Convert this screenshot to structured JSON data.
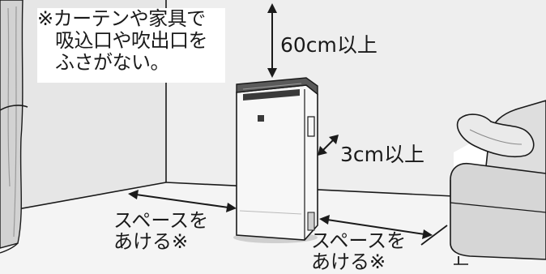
{
  "notice": {
    "lines": [
      "※カーテンや家具で",
      "吸込口や吹出口を",
      "ふさがない。"
    ]
  },
  "clearances": {
    "top": "60cm以上",
    "side": "3cm以上",
    "left": [
      "スペースを",
      "あける※"
    ],
    "right": [
      "スペースを",
      "あける※"
    ]
  },
  "colors": {
    "line": "#1a1a1a",
    "wall_back": "#ececec",
    "wall_side": "#e0e0e0",
    "floor": "#f2f2f2",
    "curtain": "#d4d4d4",
    "sofa": "#dcdcdc",
    "appliance_body": "#f7f7f7",
    "appliance_top": "#5a5a5a"
  },
  "icons": {
    "brand_logo": "sharp-logo-icon",
    "control_panel": "control-panel-icon"
  }
}
